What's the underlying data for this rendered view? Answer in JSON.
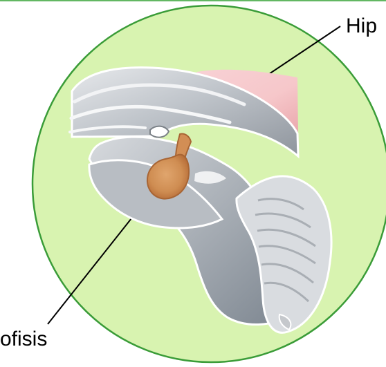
{
  "labels": {
    "hipotalamo": "Hip",
    "hipofisis": "ofisis"
  },
  "colors": {
    "circle_fill": "#d8f3b0",
    "circle_stroke": "#3a9c38",
    "top_rule": "#62b762",
    "hypothalamus": "#f4c8ca",
    "pituitary": "#d59157",
    "brain": "#b9bdc3",
    "leader_lines": "#000000"
  },
  "icons": {
    "anatomy": "brain-pituitary-illustration"
  }
}
